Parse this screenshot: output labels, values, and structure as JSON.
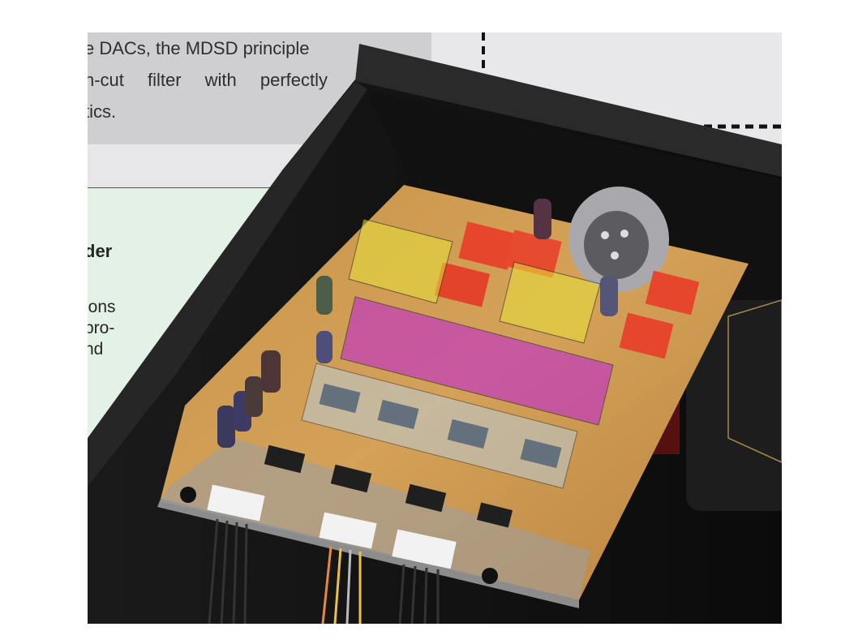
{
  "document_text": {
    "top_paragraph_lines": [
      "e DACs, the MDSD principle",
      "h-cut  filter  with  perfectly",
      "tics."
    ],
    "section_heading": "der",
    "body_lines": [
      "ions",
      "pro-",
      "nd"
    ]
  },
  "photo": {
    "subject_icon": "circuit-board-photo",
    "highlight_colors": {
      "yellow": "#e8e23a",
      "magenta": "#c02ad0",
      "blue": "#b8d6f0"
    }
  }
}
